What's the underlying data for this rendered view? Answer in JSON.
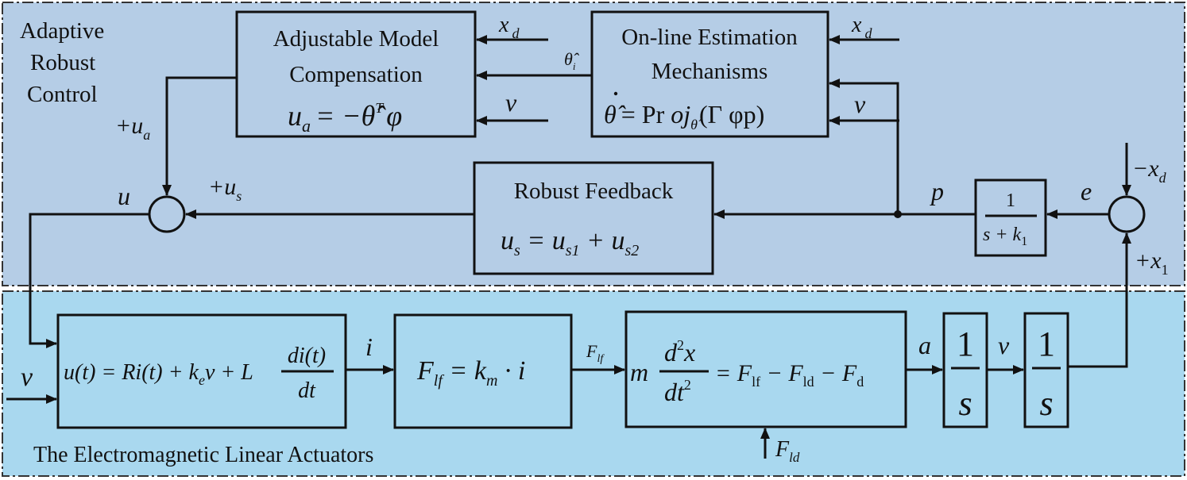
{
  "colors": {
    "upper_region_fill": "#b5cde6",
    "lower_region_fill": "#a9d8ef",
    "line": "#111111"
  },
  "regions": {
    "upper_label": [
      "Adaptive",
      "Robust",
      "Control"
    ],
    "lower_label": "The Electromagnetic Linear Actuators"
  },
  "blocks": {
    "model_comp": {
      "line1": "Adjustable Model",
      "line2": "Compensation",
      "eq_lhs": "u",
      "eq_lhs_sub": "a",
      "eq_rhs": "= −θ̂",
      "eq_sup": "T",
      "eq_tail": "φ"
    },
    "estimation": {
      "line1": "On-line Estimation",
      "line2": "Mechanisms",
      "eq_lhs": "θ̂",
      "eq_mid": "= Pr ",
      "eq_proj": "oj",
      "eq_sub": "θ̂",
      "eq_tail": "(Γ φp)"
    },
    "robust": {
      "title": "Robust Feedback",
      "eq_lhs": "u",
      "eq_lhs_sub": "s",
      "eq_mid": " = u",
      "eq_sub1": "s1",
      "eq_plus": " + u",
      "eq_sub2": "s2"
    },
    "filter": {
      "num": "1",
      "den": "s + k",
      "den_sub": "1"
    },
    "electrical": {
      "part1": "u(t) = Ri(t) + k",
      "sub_e": "e",
      "part2": "v + L",
      "frac_num": "di(t)",
      "frac_den": "dt"
    },
    "force": {
      "lhs": "F",
      "lhs_sub": "lf",
      "mid": " = k",
      "mid_sub": "m",
      "tail": " · i"
    },
    "dynamics": {
      "m": "m",
      "num": "d",
      "num_sup": "2",
      "num_tail": "x",
      "den": "dt",
      "den_sup": "2",
      "rhs": "= F",
      "rhs_sub1": "lf",
      "minus1": " − F",
      "rhs_sub2": "ld",
      "minus2": " − F",
      "rhs_sub3": "d"
    },
    "int1": {
      "num": "1",
      "den": "s"
    },
    "int2": {
      "num": "1",
      "den": "s"
    }
  },
  "signals": {
    "xd": "x",
    "xd_sub": "d",
    "v": "v",
    "theta_hat": "θ̂",
    "theta_sub": "i",
    "ua_sign": "+u",
    "ua_sub": "a",
    "us_sign": "+u",
    "us_sub": "s",
    "u": "u",
    "p": "p",
    "e": "e",
    "neg_xd": "−x",
    "neg_xd_sub": "d",
    "pos_x1": "+x",
    "pos_x1_sub": "1",
    "i": "i",
    "flf": "F",
    "flf_sub": "lf",
    "a": "a",
    "fld": "F",
    "fld_sub": "ld",
    "v_in": "v"
  }
}
